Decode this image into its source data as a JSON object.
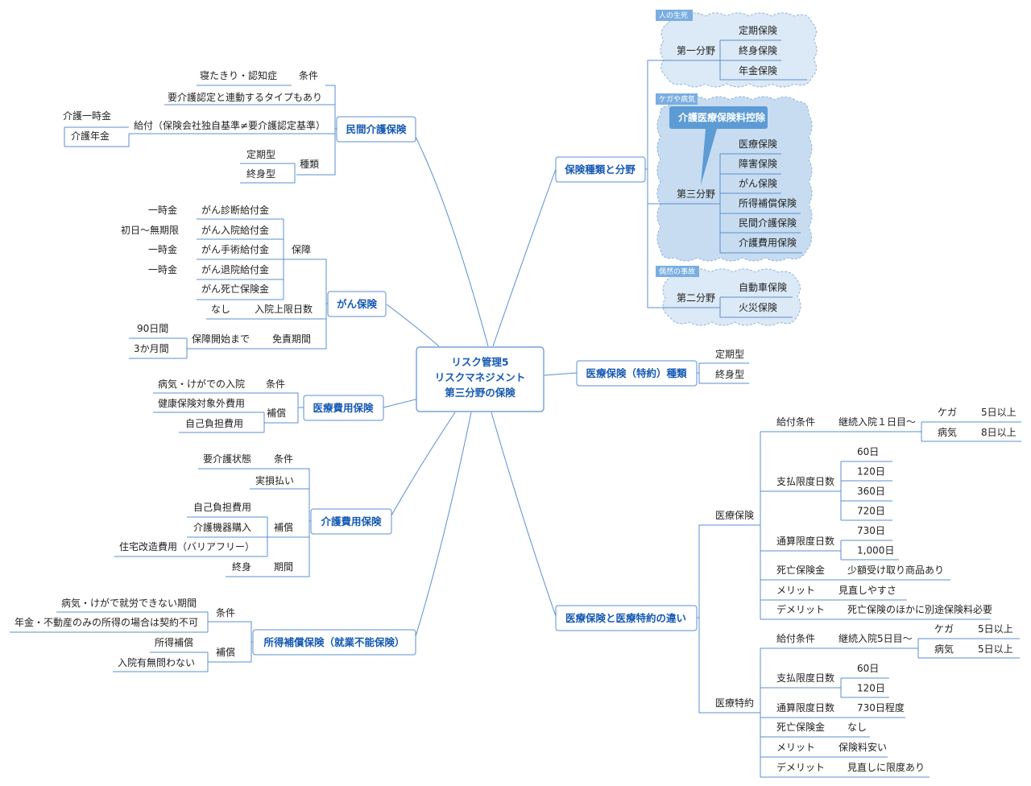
{
  "central": {
    "line1": "リスク管理5",
    "line2": "リスクマネジメント",
    "line3": "第三分野の保険"
  },
  "topics": {
    "minkan_kaigo": "民間介護保険",
    "gan": "がん保険",
    "iryohi": "医療費用保険",
    "kaigohi": "介護費用保険",
    "shotoku": "所得補償保険（就業不能保険）",
    "shurui": "保険種類と分野",
    "tokuyaku": "医療保険（特約）種類",
    "chigai": "医療保険と医療特約の違い"
  },
  "minkan_kaigo": {
    "condition_key": "条件",
    "condition_val": "寝たきり・認知症",
    "linked": "要介護認定と連動するタイプもあり",
    "benefit": "給付（保険会社独自基準≠要介護認定基準）",
    "benefit_a": "介護一時金",
    "benefit_b": "介護年金",
    "type_key": "種類",
    "type_a": "定期型",
    "type_b": "終身型"
  },
  "gan": {
    "cover_key": "保障",
    "items": [
      {
        "left": "一時金",
        "right": "がん診断給付金"
      },
      {
        "left": "初日～無期限",
        "right": "がん入院給付金"
      },
      {
        "left": "一時金",
        "right": "がん手術給付金"
      },
      {
        "left": "一時金",
        "right": "がん退院給付金"
      },
      {
        "left": "",
        "right": "がん死亡保険金"
      }
    ],
    "days_key": "入院上限日数",
    "days_val": "なし",
    "exempt_key": "免責期間",
    "exempt_mid": "保障開始まで",
    "exempt_a": "90日間",
    "exempt_b": "3か月間"
  },
  "iryohi": {
    "condition_key": "条件",
    "condition_val": "病気・けがでの入院",
    "comp_key": "補償",
    "comp_a": "健康保険対象外費用",
    "comp_b": "自己負担費用"
  },
  "kaigohi": {
    "condition_key": "条件",
    "condition_val": "要介護状態",
    "actual": "実損払い",
    "comp_key": "補償",
    "comp_a": "自己負担費用",
    "comp_b": "介護機器購入",
    "comp_c": "住宅改造費用（バリアフリー）",
    "period_key": "期間",
    "period_val": "終身"
  },
  "shotoku": {
    "condition_key": "条件",
    "cond_a": "病気・けがで就労できない期間",
    "cond_b": "年金・不動産のみの所得の場合は契約不可",
    "comp_key": "補償",
    "comp_a": "所得補償",
    "comp_b": "入院有無問わない"
  },
  "shurui": {
    "tag1": "人の生死",
    "field1": "第一分野",
    "field1_items": [
      "定期保険",
      "終身保険",
      "年金保険"
    ],
    "tag3": "ケガや病気",
    "callout": "介護医療保険料控除",
    "field3": "第三分野",
    "field3_items": [
      "医療保険",
      "障害保険",
      "がん保険",
      "所得補償保険",
      "民間介護保険",
      "介護費用保険"
    ],
    "tag2": "偶然の事故",
    "field2": "第二分野",
    "field2_items": [
      "自動車保険",
      "火災保険"
    ]
  },
  "tokuyaku": {
    "a": "定期型",
    "b": "終身型"
  },
  "chigai": {
    "iryo": {
      "name": "医療保険",
      "kyufu": "給付条件",
      "kyufu_val": "継続入院１日目～",
      "kega": "ケガ",
      "kega_val": "5日以上",
      "byoki": "病気",
      "byoki_val": "8日以上",
      "shiharai": "支払限度日数",
      "shiharai_vals": [
        "60日",
        "120日",
        "360日",
        "720日"
      ],
      "tsusan": "通算限度日数",
      "tsusan_vals": [
        "730日",
        "1,000日"
      ],
      "shibo": "死亡保険金",
      "shibo_val": "少額受け取り商品あり",
      "merit": "メリット",
      "merit_val": "見直しやすさ",
      "demerit": "デメリット",
      "demerit_val": "死亡保険のほかに別途保険料必要"
    },
    "tokuyaku": {
      "name": "医療特約",
      "kyufu": "給付条件",
      "kyufu_val": "継続入院5日目～",
      "kega": "ケガ",
      "kega_val": "5日以上",
      "byoki": "病気",
      "byoki_val": "5日以上",
      "shiharai": "支払限度日数",
      "shiharai_vals": [
        "60日",
        "120日"
      ],
      "tsusan": "通算限度日数",
      "tsusan_val": "730日程度",
      "shibo": "死亡保険金",
      "shibo_val": "なし",
      "merit": "メリット",
      "merit_val": "保険料安い",
      "demerit": "デメリット",
      "demerit_val": "見直しに限度あり"
    }
  },
  "colors": {
    "line": "#5b8fcf",
    "topic_text": "#1559b3",
    "cloud_fill": "#dce9f6",
    "cloud_fill_dark": "#c7dcf0",
    "cloud_stroke": "#8db4de",
    "tag_fill": "#7aaee0",
    "callout_fill": "#5d9bd5"
  }
}
